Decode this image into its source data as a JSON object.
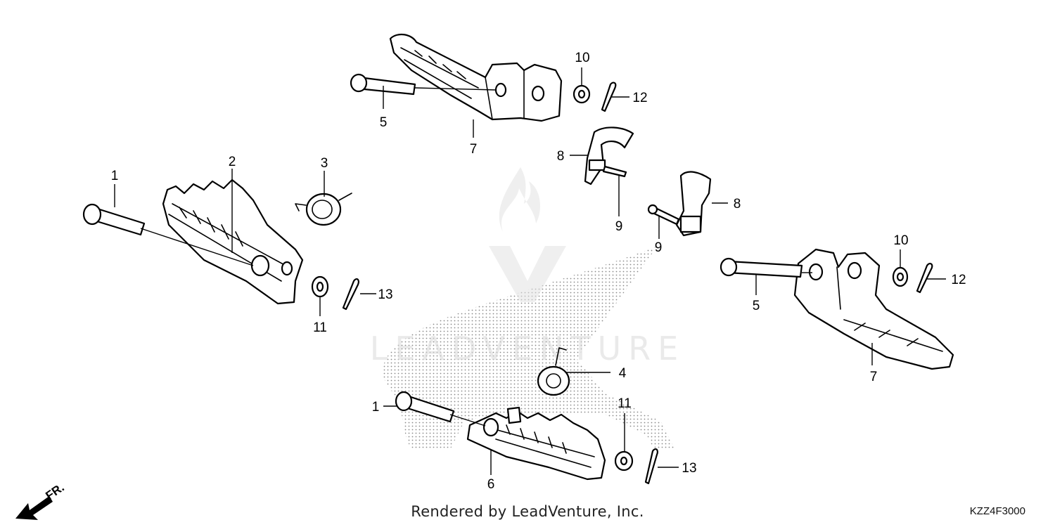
{
  "callouts": {
    "c1a": "1",
    "c1b": "1",
    "c2": "2",
    "c3": "3",
    "c4": "4",
    "c5a": "5",
    "c5b": "5",
    "c6": "6",
    "c7a": "7",
    "c7b": "7",
    "c8a": "8",
    "c8b": "8",
    "c9a": "9",
    "c9b": "9",
    "c10a": "10",
    "c10b": "10",
    "c11a": "11",
    "c11b": "11",
    "c12a": "12",
    "c12b": "12",
    "c13a": "13",
    "c13b": "13"
  },
  "direction_label": "FR.",
  "watermark": "LEADVENTURE",
  "credit": "Rendered by LeadVenture, Inc.",
  "diagram_code": "KZZ4F3000"
}
